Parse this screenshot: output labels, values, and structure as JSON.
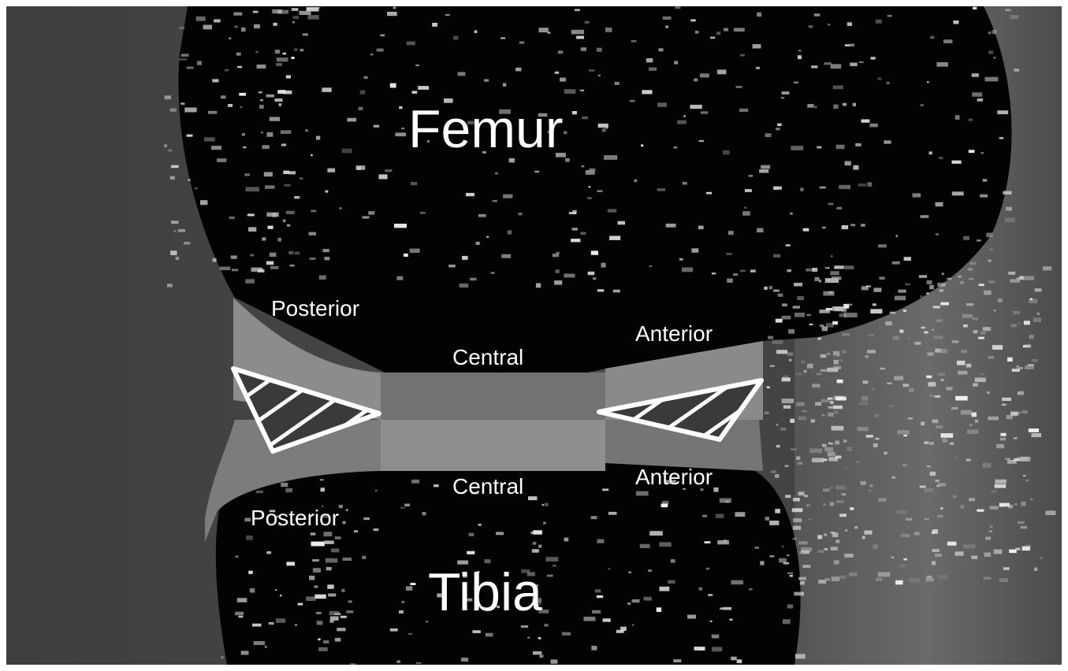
{
  "labels": {
    "femur": "Femur",
    "tibia": "Tibia",
    "femoral_posterior": "Posterior",
    "femoral_central": "Central",
    "femoral_anterior": "Anterior",
    "tibial_posterior": "Posterior",
    "tibial_central": "Central",
    "tibial_anterior": "Anterior"
  },
  "colors": {
    "bone_marrow": "#000000",
    "soft_tissue": "#5e5e5e",
    "cartilage_light": "#8a8a8a",
    "cartilage_mid": "#707070",
    "annotation_stroke": "#ffffff",
    "label_text": "#ffffff"
  }
}
